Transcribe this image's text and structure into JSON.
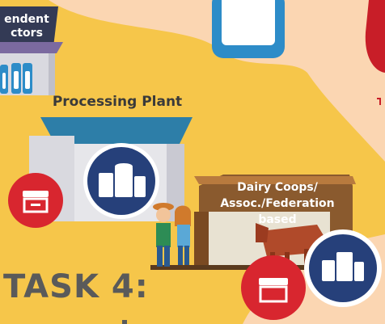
{
  "top_banner": {
    "line1": "endent",
    "line2": "ctors"
  },
  "processing_plant": {
    "title": "Processing Plant"
  },
  "coops": {
    "line1": "Dairy Coops/",
    "line2": "Assoc./Federation",
    "line3": "based"
  },
  "task": {
    "label": "TASK 4:"
  },
  "colors": {
    "background": "#f6c64a",
    "peach": "#fbd6b2",
    "red": "#d8262f",
    "navy": "#26407a",
    "teal": "#2d7ea8",
    "brown": "#9c6a3a"
  },
  "icons": [
    "milk-bottles-icon",
    "milk-carton-icon",
    "store-icon",
    "tanks-icon",
    "farmers-icon",
    "cow-icon"
  ]
}
